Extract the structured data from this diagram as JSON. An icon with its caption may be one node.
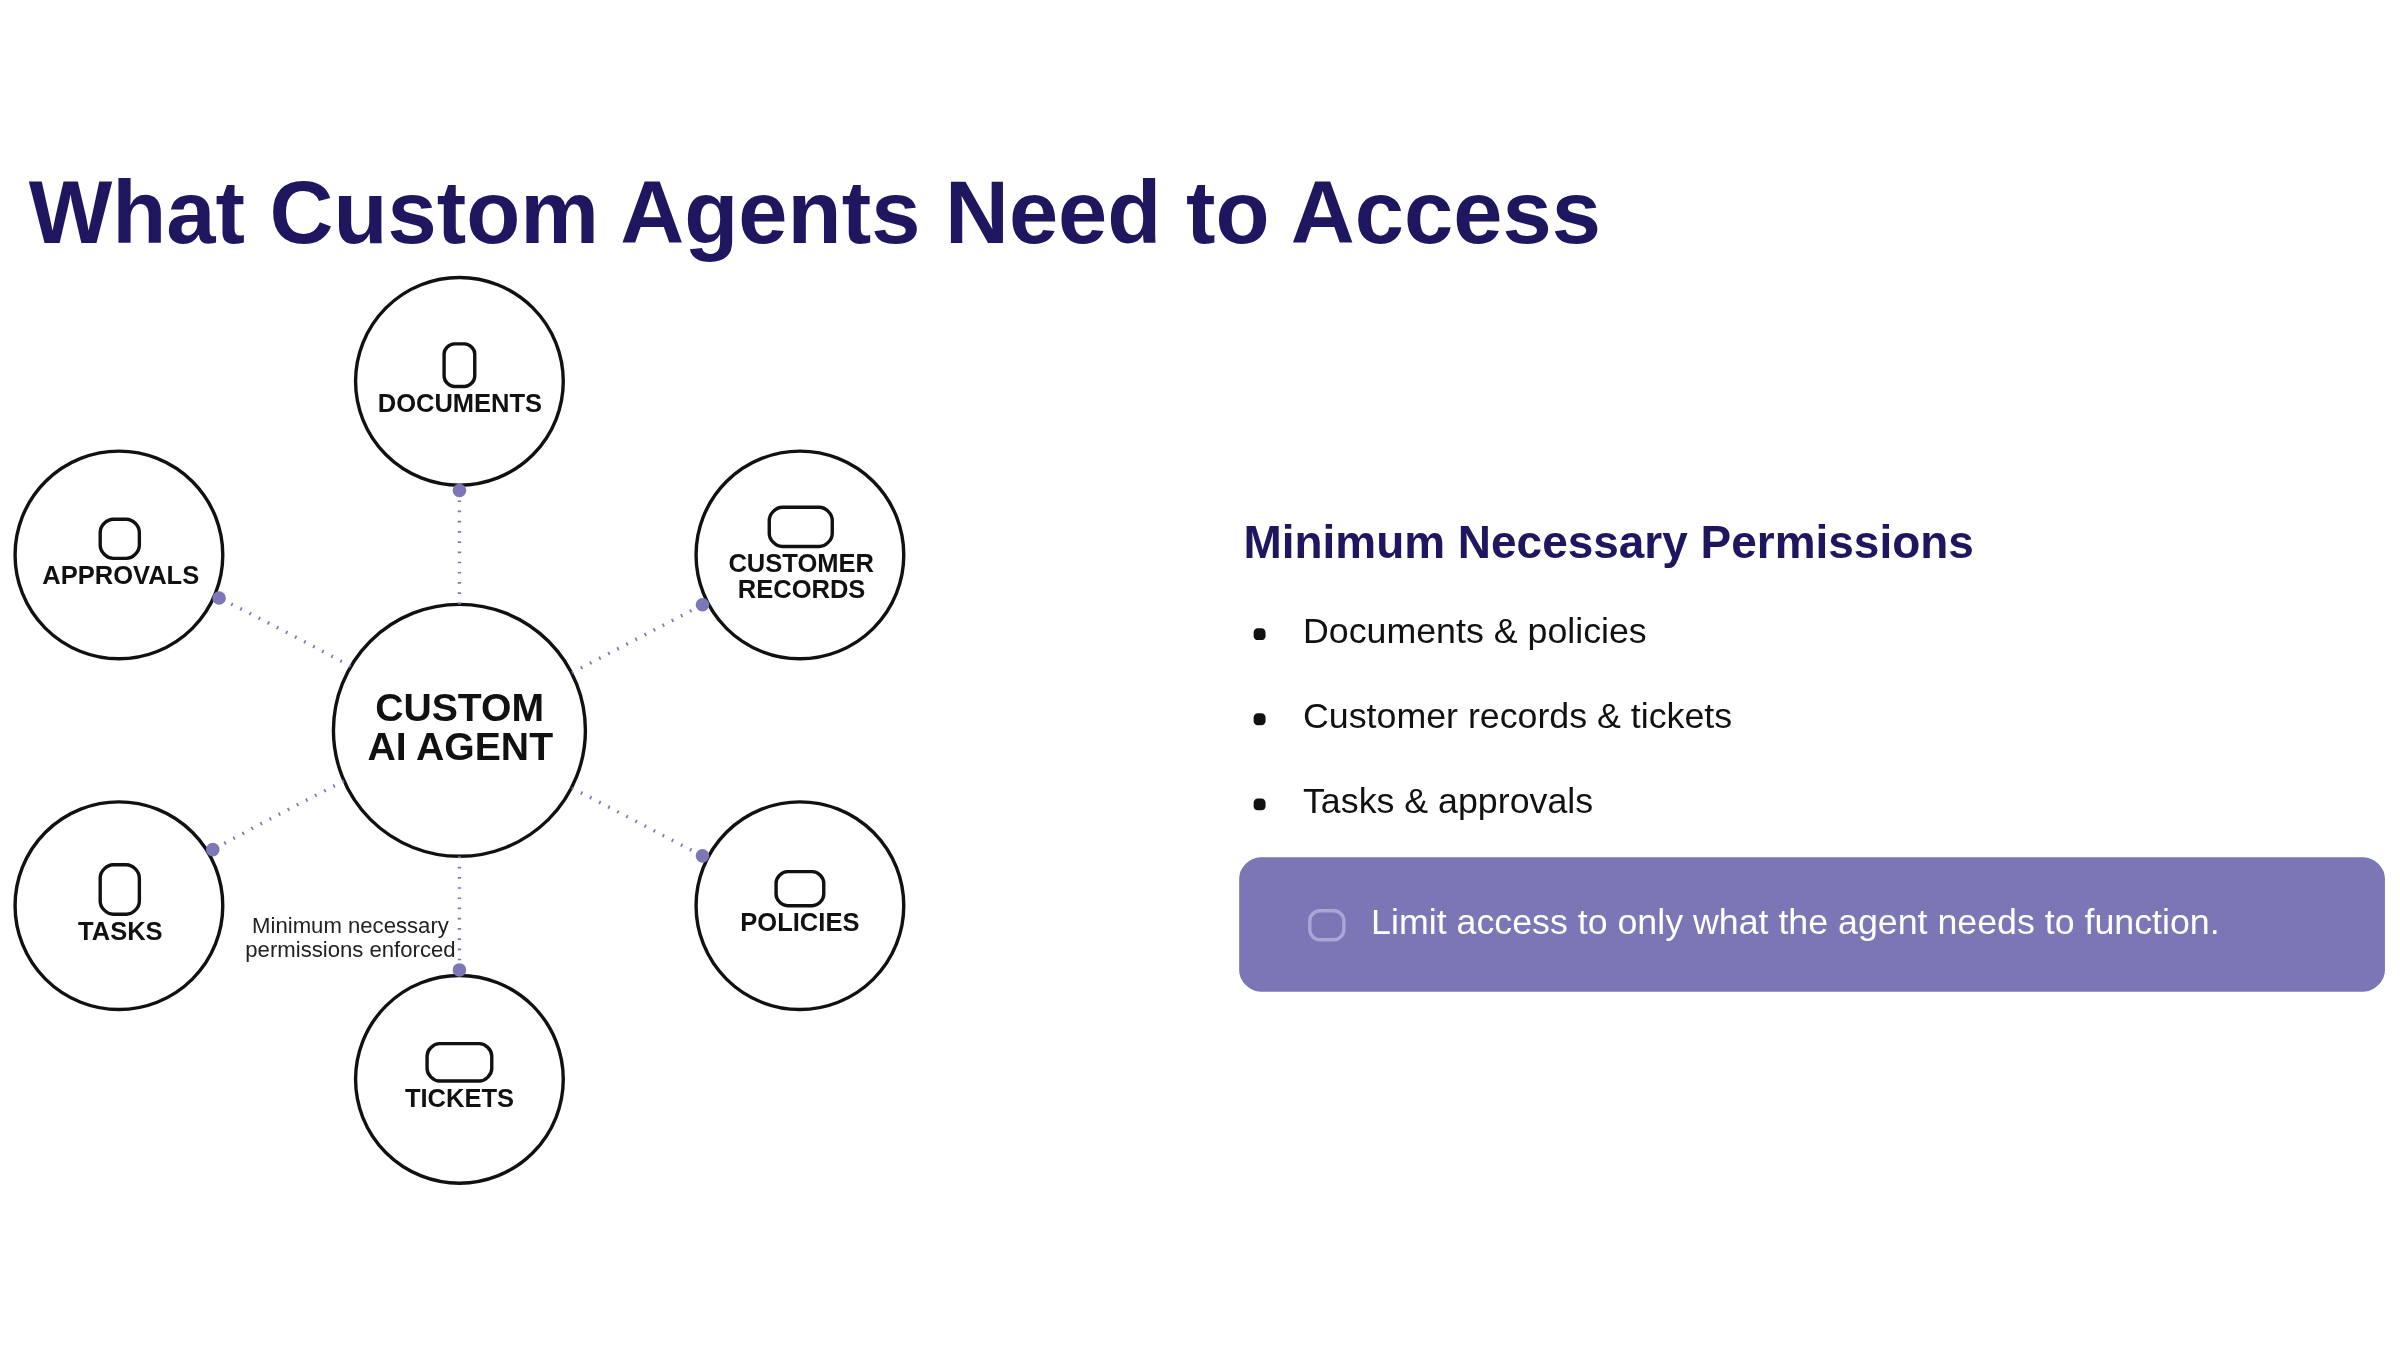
{
  "diagram": {
    "title": "What Custom Agents Need to Access",
    "nodes": [
      {
        "text": [
          "DOCUMENTS"
        ]
      },
      {
        "text": [
          "APPROVALS"
        ]
      },
      {
        "text": [
          "CUSTOMER RECORDS"
        ]
      },
      {
        "text": [
          "CUSTOM AI AGENT"
        ]
      },
      {
        "text": [
          "TASKS"
        ]
      },
      {
        "text": [
          "POLICIES"
        ]
      },
      {
        "text": [
          "TICKETS"
        ]
      },
      {
        "text": [
          "Limit access to only what the agent needs to function."
        ]
      }
    ],
    "edges": [
      {
        "from": 3,
        "to": 0,
        "arrow": "other"
      },
      {
        "from": 3,
        "to": 1,
        "arrow": "other"
      },
      {
        "from": 3,
        "to": 2,
        "arrow": "other"
      },
      {
        "from": 3,
        "to": 4,
        "arrow": "other"
      },
      {
        "from": 3,
        "to": 6,
        "arrow": "other",
        "label": "Minimum necessary permissions enforced"
      },
      {
        "from": 3,
        "to": 5,
        "arrow": "other"
      }
    ],
    "labels": [
      "Minimum Necessary Permissions",
      "Documents & policies",
      "Customer records & tickets",
      "Tasks & approvals"
    ]
  }
}
